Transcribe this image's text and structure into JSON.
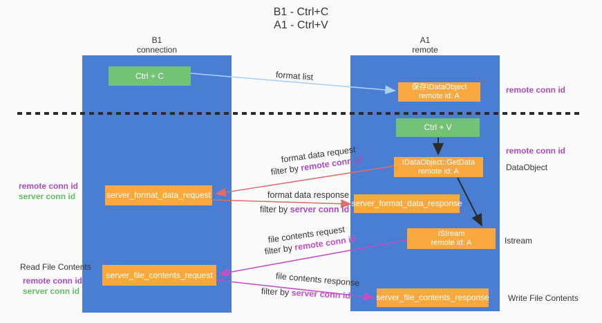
{
  "title": {
    "line1": "B1 - Ctrl+C",
    "line2": "A1 - Ctrl+V"
  },
  "columns": {
    "left": {
      "header_top": "B1",
      "header_bottom": "connection"
    },
    "right": {
      "header_top": "A1",
      "header_bottom": "remote"
    }
  },
  "nodes": {
    "ctrl_c": {
      "label": "Ctrl + C"
    },
    "save_idataobject": {
      "line1": "保存IDataObject",
      "line2": "remote id: A"
    },
    "ctrl_v": {
      "label": "Ctrl + V"
    },
    "getdata": {
      "line1": "IDataObject::GetData",
      "line2": "remote id: A"
    },
    "server_format_data_request": {
      "label": "server_format_data_request"
    },
    "server_format_data_response": {
      "label": "server_format_data_response"
    },
    "istream": {
      "line1": "IStream",
      "line2": "remote id: A"
    },
    "server_file_contents_request": {
      "label": "server_file_contents_request"
    },
    "server_file_contents_response": {
      "label": "server_file_contents_response"
    }
  },
  "edge_labels": {
    "format_list": "format list",
    "format_data_request": "format data request",
    "format_data_request_filter_prefix": "filter by ",
    "format_data_request_filter_key": "remote conn id",
    "format_data_response": "format data response",
    "format_data_response_filter_prefix": "filter by ",
    "format_data_response_filter_key": "server conn id",
    "file_contents_request": "file contents request",
    "file_contents_request_filter_prefix": "filter by ",
    "file_contents_request_filter_key": "remote conn id",
    "file_contents_response": "file contents response",
    "file_contents_response_filter_prefix": "filter by ",
    "file_contents_response_filter_key": "server conn id"
  },
  "side_labels": {
    "right_remote_conn_id_top": "remote conn id",
    "right_remote_conn_id_mid": "remote conn id",
    "data_object": "DataObject",
    "istream": "Istream",
    "write_file_contents": "Write File Contents",
    "left_remote_conn_id_1": "remote conn id",
    "left_server_conn_id_1": "server conn id",
    "read_file_contents": "Read File Contents",
    "left_remote_conn_id_2": "remote conn id",
    "left_server_conn_id_2": "server conn id"
  },
  "colors": {
    "lane_blue": "#4a7ed2",
    "box_green": "#73c377",
    "box_orange": "#f9a840",
    "arrow_light_blue": "#a9d3ef",
    "arrow_red": "#e06c6c",
    "arrow_magenta": "#c44fc4",
    "arrow_black": "#2b2b2b",
    "label_purple": "#a94cc0",
    "label_green": "#64bd64",
    "text_dark": "#333333"
  }
}
